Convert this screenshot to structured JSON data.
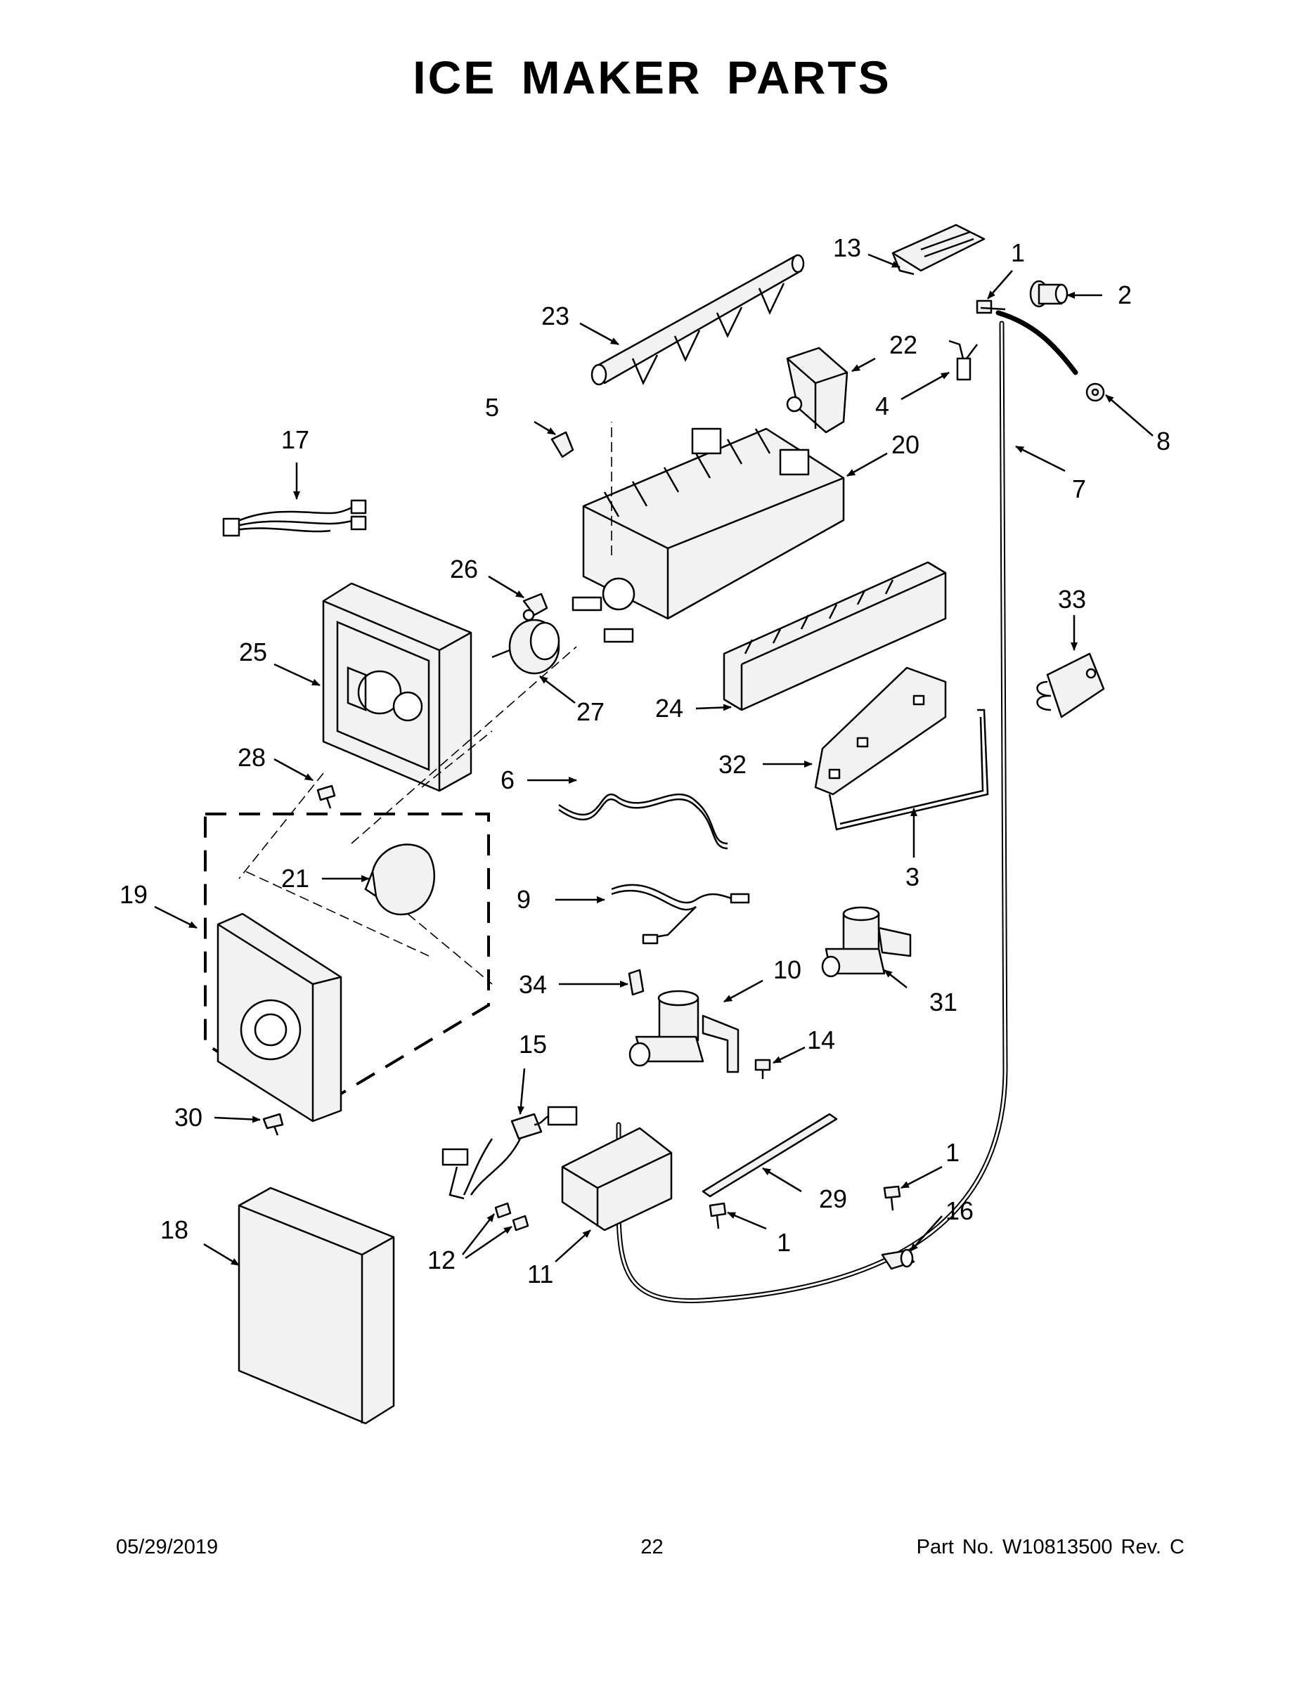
{
  "title": "ICE MAKER PARTS",
  "footer": {
    "date": "05/29/2019",
    "page_number": "22",
    "part_number": "Part No.  W10813500  Rev.  C"
  },
  "callouts": {
    "c13": "13",
    "c1a": "1",
    "c2": "2",
    "c23": "23",
    "c22": "22",
    "c4": "4",
    "c8": "8",
    "c5": "5",
    "c20": "20",
    "c7": "7",
    "c17": "17",
    "c26": "26",
    "c33": "33",
    "c25": "25",
    "c27": "27",
    "c24": "24",
    "c28": "28",
    "c32": "32",
    "c6": "6",
    "c3": "3",
    "c19": "19",
    "c21": "21",
    "c9": "9",
    "c10": "10",
    "c34": "34",
    "c31": "31",
    "c14": "14",
    "c15": "15",
    "c30": "30",
    "c1b": "1",
    "c16": "16",
    "c29": "29",
    "c18": "18",
    "c12": "12",
    "c11": "11",
    "c1c": "1"
  }
}
